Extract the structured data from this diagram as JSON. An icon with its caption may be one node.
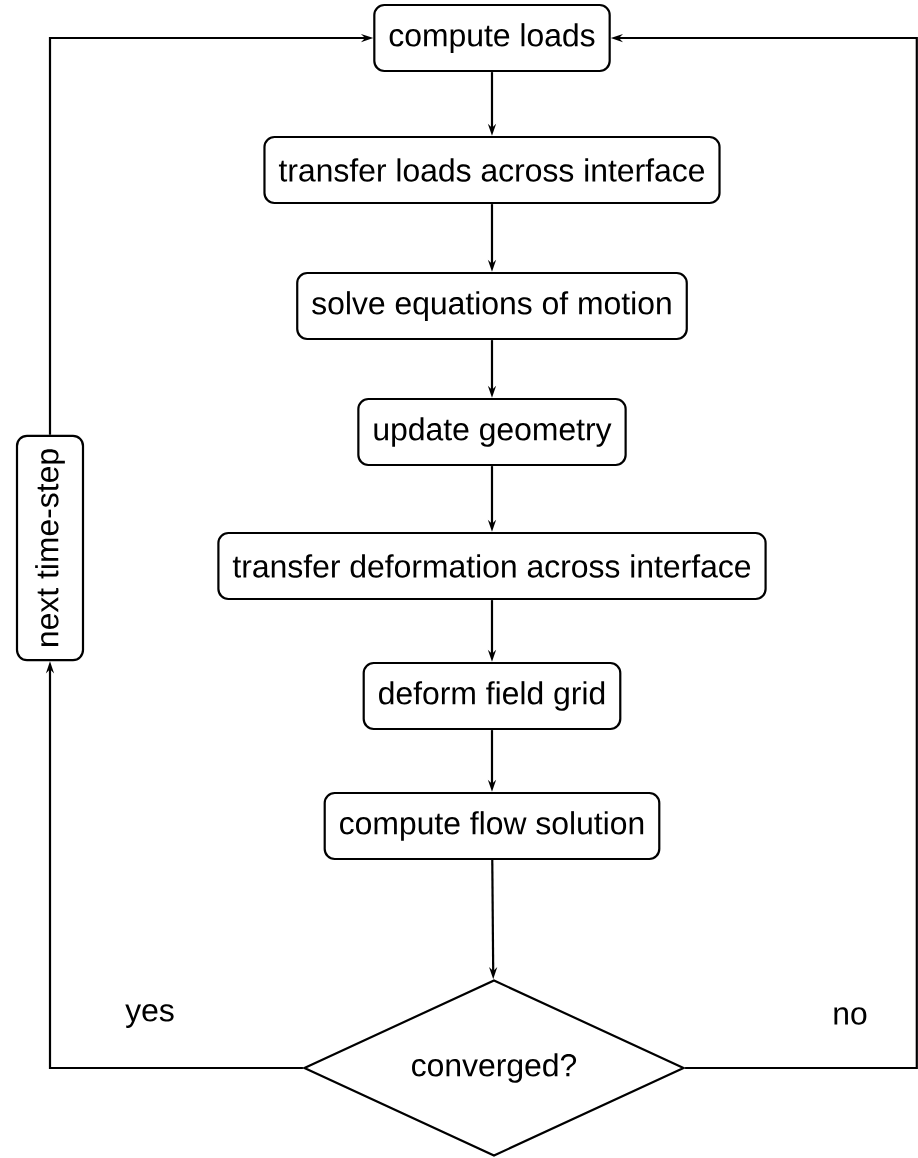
{
  "diagram": {
    "nodes": [
      {
        "text": [
          "compute loads"
        ]
      },
      {
        "text": [
          "transfer loads across interface"
        ]
      },
      {
        "text": [
          "solve equations of motion"
        ]
      },
      {
        "text": [
          "update geometry"
        ]
      },
      {
        "text": [
          "transfer deformation across interface"
        ]
      },
      {
        "text": [
          "deform field grid"
        ]
      },
      {
        "text": [
          "compute flow solution"
        ]
      },
      {
        "text": [
          "converged?"
        ]
      },
      {
        "text": [
          "next time-step"
        ]
      }
    ],
    "edges": [
      {
        "from": 0,
        "to": 1,
        "arrow": "to"
      },
      {
        "from": 1,
        "to": 2,
        "arrow": "to"
      },
      {
        "from": 2,
        "to": 3,
        "arrow": "to"
      },
      {
        "from": 3,
        "to": 4,
        "arrow": "to"
      },
      {
        "from": 4,
        "to": 5,
        "arrow": "to"
      },
      {
        "from": 5,
        "to": 6,
        "arrow": "to"
      },
      {
        "from": 6,
        "to": 7,
        "arrow": "to"
      },
      {
        "from": 7,
        "to": 8,
        "arrow": "to",
        "label": "yes"
      },
      {
        "from": 8,
        "to": 0,
        "arrow": "to"
      },
      {
        "from": 7,
        "to": 0,
        "arrow": "to",
        "label": "no"
      }
    ]
  }
}
